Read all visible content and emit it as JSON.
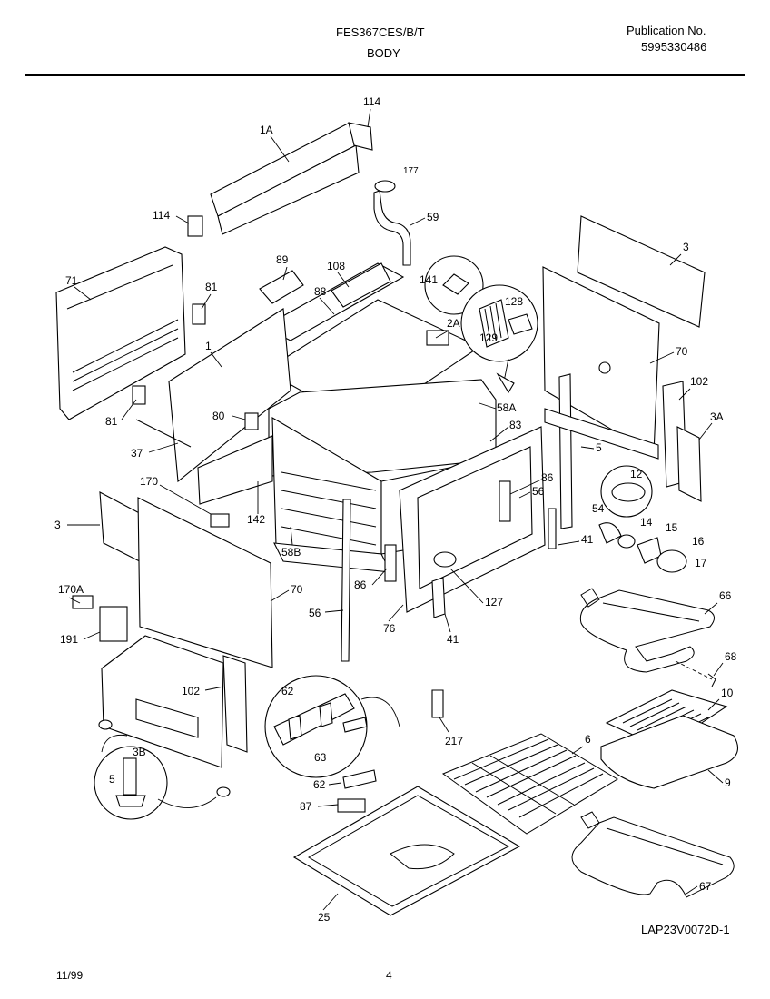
{
  "header": {
    "model": "FES367CES/B/T",
    "section": "BODY",
    "publication_label": "Publication No.",
    "publication_number": "5995330486"
  },
  "footer": {
    "date": "11/99",
    "page": "4",
    "drawing_code": "LAP23V0072D-1"
  },
  "part_callouts": [
    "114",
    "1A",
    "177",
    "59",
    "114",
    "71",
    "89",
    "108",
    "141",
    "128",
    "81",
    "88",
    "2A",
    "129",
    "3",
    "1",
    "70",
    "81",
    "80",
    "58A",
    "102",
    "37",
    "83",
    "3A",
    "5",
    "86",
    "12",
    "170",
    "142",
    "56",
    "54",
    "14",
    "15",
    "16",
    "3",
    "58B",
    "41",
    "17",
    "170A",
    "70",
    "86",
    "127",
    "66",
    "56",
    "76",
    "41",
    "191",
    "68",
    "102",
    "62",
    "10",
    "6",
    "63",
    "217",
    "3B",
    "9",
    "5",
    "62",
    "87",
    "67",
    "25"
  ]
}
